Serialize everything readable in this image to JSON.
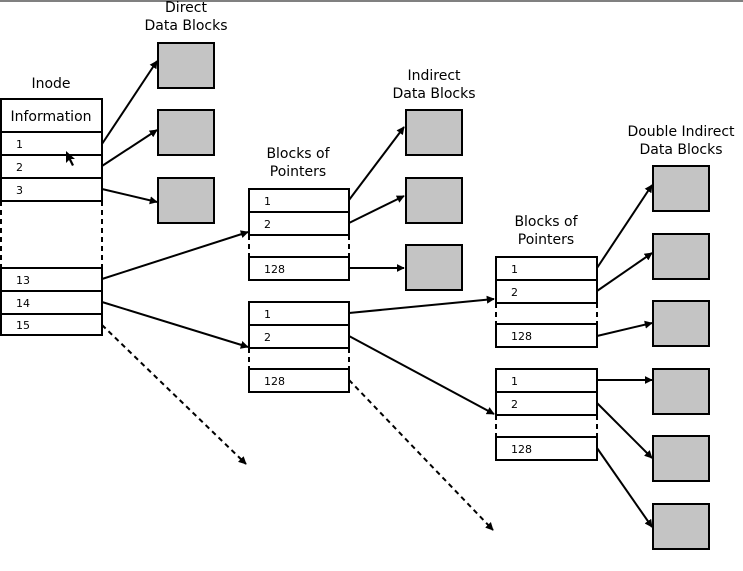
{
  "labels": {
    "direct_line1": "Direct",
    "direct_line2": "Data Blocks",
    "inode": "Inode",
    "information": "Information",
    "indirect_line1": "Indirect",
    "indirect_line2": "Data Blocks",
    "pointers1_line1": "Blocks of",
    "pointers1_line2": "Pointers",
    "pointers2_line1": "Blocks of",
    "pointers2_line2": "Pointers",
    "double_line1": "Double Indirect",
    "double_line2": "Data Blocks"
  },
  "inode_entries": [
    "1",
    "2",
    "3",
    "13",
    "14",
    "15"
  ],
  "pointer_block_a": [
    "1",
    "2",
    "128"
  ],
  "pointer_block_b": [
    "1",
    "2",
    "128"
  ],
  "pointer_block_c": [
    "1",
    "2",
    "128"
  ],
  "pointer_block_d": [
    "1",
    "2",
    "128"
  ],
  "colors": {
    "data_block_fill": "#c4c4c4",
    "stroke": "#000000",
    "background": "#ffffff"
  }
}
